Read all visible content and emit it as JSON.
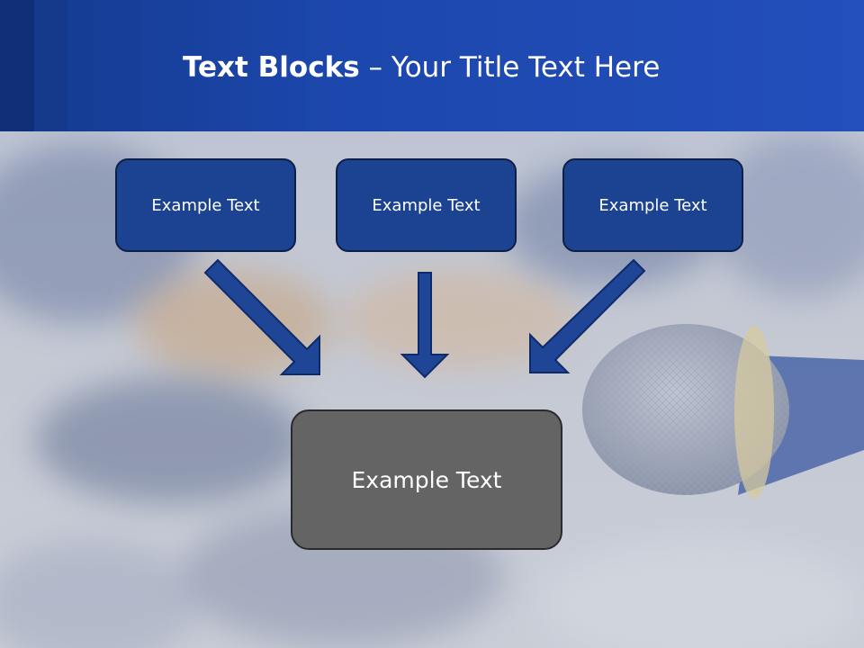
{
  "title": {
    "bold": "Text Blocks",
    "dash": "–",
    "rest": "Your Title Text Here"
  },
  "blocks": [
    {
      "label": "Example Text"
    },
    {
      "label": "Example Text"
    },
    {
      "label": "Example Text"
    }
  ],
  "target": {
    "label": "Example Text"
  },
  "colors": {
    "header": "#1c47ad",
    "block_fill": "#1b4391",
    "target_fill": "#646464",
    "arrow": "#1e4596"
  }
}
